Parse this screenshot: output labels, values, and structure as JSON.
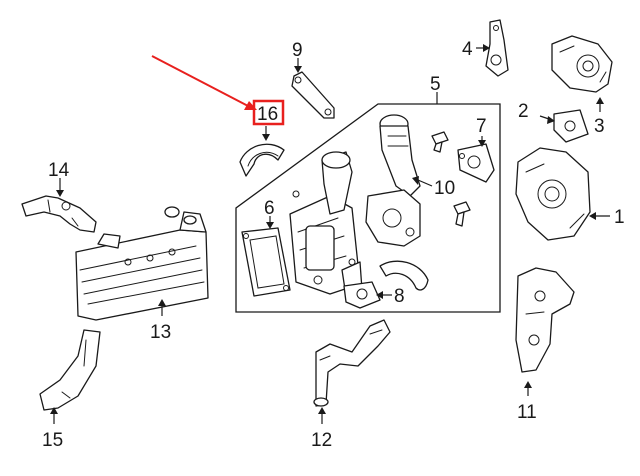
{
  "accent_color": "#e8201e",
  "highlighted_callout": "16",
  "callouts": {
    "c1": "1",
    "c2": "2",
    "c3": "3",
    "c4": "4",
    "c5": "5",
    "c6": "6",
    "c7": "7",
    "c8": "8",
    "c9": "9",
    "c10": "10",
    "c11": "11",
    "c12": "12",
    "c13": "13",
    "c14": "14",
    "c15": "15",
    "c16": "16"
  }
}
